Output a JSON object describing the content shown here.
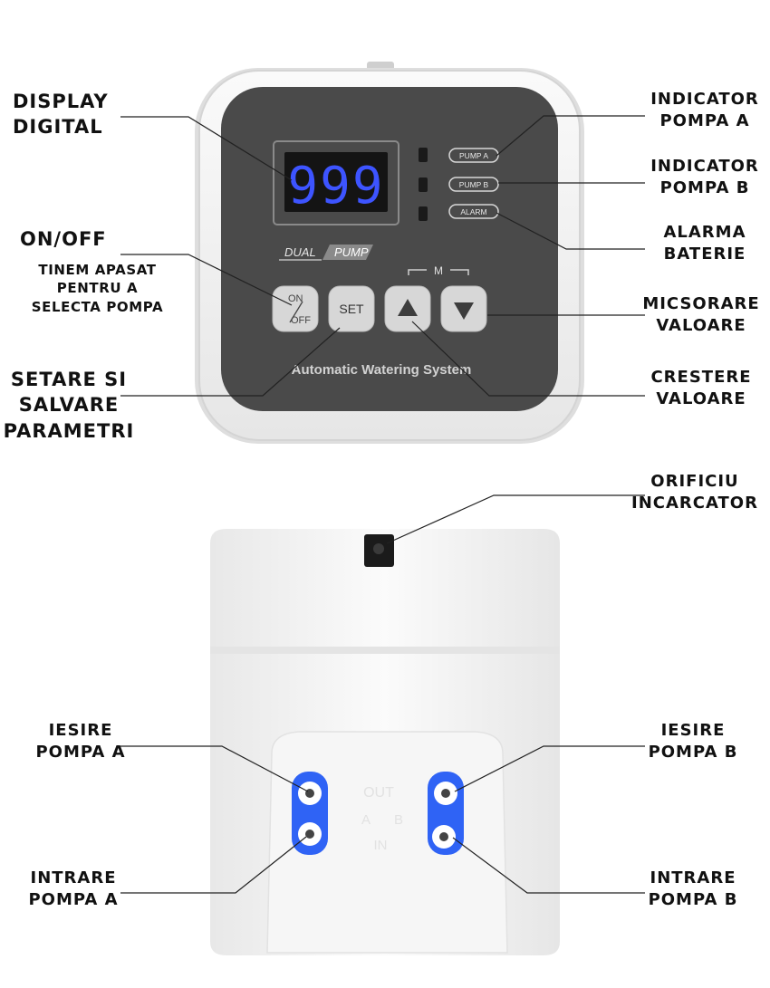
{
  "panel": {
    "display_value": "999",
    "indicators": [
      "PUMP A",
      "PUMP B",
      "ALARM"
    ],
    "brand_dual": "DUAL",
    "brand_pump": "PUMP",
    "mode_label": "M",
    "buttons": {
      "on": "ON",
      "off": "OFF",
      "set": "SET"
    },
    "system_name": "Automatic Watering System"
  },
  "back_unit": {
    "molded_text": [
      "OUT",
      "A",
      "B",
      "IN"
    ]
  },
  "labels": {
    "display": [
      "DISPLAY",
      "DIGITAL"
    ],
    "onoff_title": "ON/OFF",
    "onoff_desc": [
      "TINEM APASAT",
      "PENTRU A",
      "SELECTA POMPA"
    ],
    "set_param": [
      "SETARE SI",
      "SALVARE",
      "PARAMETRI"
    ],
    "indicator_a": [
      "INDICATOR",
      "POMPA A"
    ],
    "indicator_b": [
      "INDICATOR",
      "POMPA B"
    ],
    "alarm": [
      "ALARMA",
      "BATERIE"
    ],
    "decrease": [
      "MICSORARE",
      "VALOARE"
    ],
    "increase": [
      "CRESTERE",
      "VALOARE"
    ],
    "charger": [
      "ORIFICIU",
      "INCARCATOR"
    ],
    "out_a": [
      "IESIRE",
      "POMPA A"
    ],
    "out_b": [
      "IESIRE",
      "POMPA B"
    ],
    "in_a": [
      "INTRARE",
      "POMPA A"
    ],
    "in_b": [
      "INTRARE",
      "POMPA B"
    ]
  },
  "colors": {
    "panel_dark": "#4a4a4a",
    "display_digits": "#3d54ff",
    "fitting_blue": "#2f63f5",
    "housing": "#f3f3f3"
  }
}
